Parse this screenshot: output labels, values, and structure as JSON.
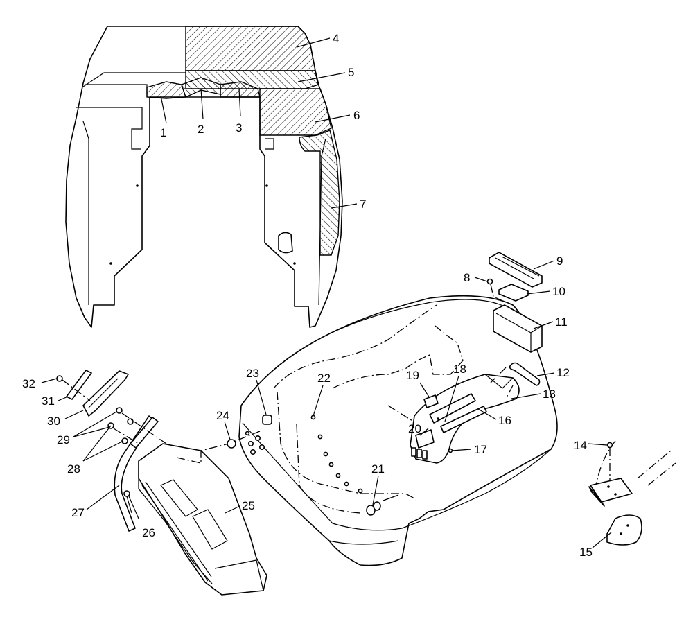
{
  "callouts": [
    {
      "id": "c1",
      "text": "1"
    },
    {
      "id": "c2",
      "text": "2"
    },
    {
      "id": "c3",
      "text": "3"
    },
    {
      "id": "c4",
      "text": "4"
    },
    {
      "id": "c5",
      "text": "5"
    },
    {
      "id": "c6",
      "text": "6"
    },
    {
      "id": "c7",
      "text": "7"
    },
    {
      "id": "c8",
      "text": "8"
    },
    {
      "id": "c9",
      "text": "9"
    },
    {
      "id": "c10",
      "text": "10"
    },
    {
      "id": "c11",
      "text": "11"
    },
    {
      "id": "c12",
      "text": "12"
    },
    {
      "id": "c13",
      "text": "13"
    },
    {
      "id": "c14",
      "text": "14"
    },
    {
      "id": "c15",
      "text": "15"
    },
    {
      "id": "c16",
      "text": "16"
    },
    {
      "id": "c17",
      "text": "17"
    },
    {
      "id": "c18",
      "text": "18"
    },
    {
      "id": "c19",
      "text": "19"
    },
    {
      "id": "c20",
      "text": "20"
    },
    {
      "id": "c21",
      "text": "21"
    },
    {
      "id": "c22",
      "text": "22"
    },
    {
      "id": "c23",
      "text": "23"
    },
    {
      "id": "c24",
      "text": "24"
    },
    {
      "id": "c25",
      "text": "25"
    },
    {
      "id": "c26",
      "text": "26"
    },
    {
      "id": "c27",
      "text": "27"
    },
    {
      "id": "c28",
      "text": "28"
    },
    {
      "id": "c29",
      "text": "29"
    },
    {
      "id": "c30",
      "text": "30"
    },
    {
      "id": "c31",
      "text": "31"
    },
    {
      "id": "c32",
      "text": "32"
    }
  ]
}
